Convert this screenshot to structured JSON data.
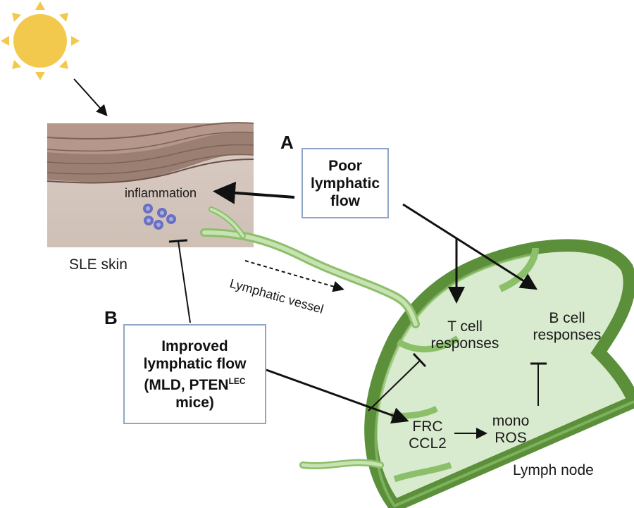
{
  "panel_a": {
    "letter": "A",
    "box_lines": [
      "Poor",
      "lymphatic",
      "flow"
    ]
  },
  "panel_b": {
    "letter": "B",
    "box_line1": "Improved",
    "box_line2": "lymphatic flow",
    "box_line3_pre": "(MLD, PTEN",
    "box_line3_sup": "LEC",
    "box_line4": "mice)"
  },
  "skin": {
    "inflammation": "inflammation",
    "caption": "SLE skin"
  },
  "vessel": {
    "label": "Lymphatic vessel"
  },
  "node": {
    "t_cell": [
      "T cell",
      "responses"
    ],
    "b_cell": [
      "B cell",
      "responses"
    ],
    "frc": [
      "FRC",
      "CCL2"
    ],
    "mono": [
      "mono",
      "ROS"
    ],
    "caption": "Lymph node"
  },
  "colors": {
    "sun": "#f2c94c",
    "skin_dermis": "#d9cdc4",
    "skin_layers": "#9b7f72",
    "node_fill": "#d9ebcf",
    "node_border": "#5c8f3a",
    "box_border": "#8fa6c6",
    "cells": "#6a6fc2"
  }
}
